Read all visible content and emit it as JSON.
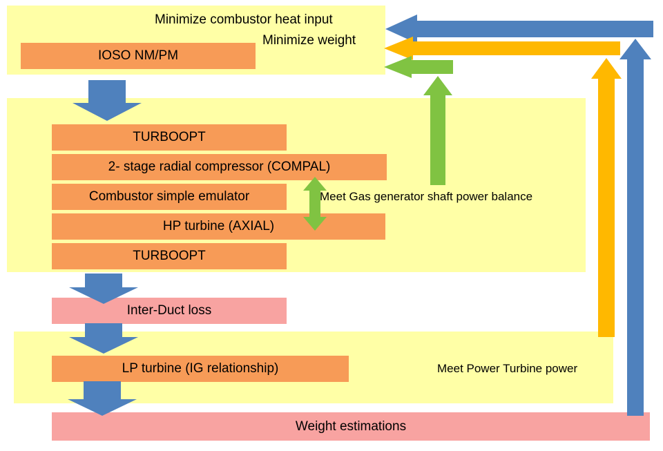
{
  "colors": {
    "panel_yellow": "#FFFFA6",
    "box_orange": "#F79B57",
    "box_pink": "#F8A3A1",
    "arrow_blue": "#4F81BD",
    "arrow_orange": "#FFB800",
    "arrow_green": "#80C342"
  },
  "objectives": {
    "goal1": "Minimize combustor heat input",
    "goal2": "Minimize weight",
    "optimizer": "IOSO NM/PM"
  },
  "gas_generator": {
    "boxes": [
      "TURBOOPT",
      "2- stage radial compressor (COMPAL)",
      "Combustor simple emulator",
      "HP turbine (AXIAL)",
      "TURBOOPT"
    ],
    "balance_note": "Meet Gas generator shaft power balance"
  },
  "inter_duct": {
    "label": "Inter-Duct loss"
  },
  "power_turbine": {
    "lp_box": "LP turbine (IG relationship)",
    "balance_note": "Meet Power Turbine power"
  },
  "weight": {
    "label": "Weight estimations"
  }
}
